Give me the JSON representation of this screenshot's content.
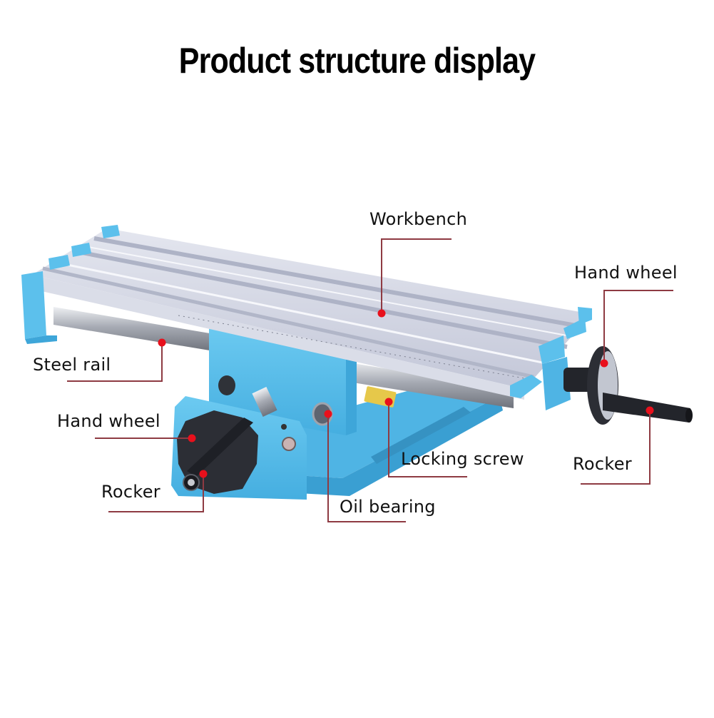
{
  "title": "Product structure display",
  "product": {
    "name": "cross slide milling table",
    "colors": {
      "body_blue": "#5cc0ec",
      "body_blue_shade": "#3ea6d9",
      "aluminum": "#cfd3e2",
      "aluminum_highlight": "#f2f3f8",
      "steel": "#a9adb6",
      "knob_black": "#2a2c33",
      "locking_screw": "#e6c84a",
      "callout_dot": "#e8101c",
      "leader_line": "#8e3a42"
    }
  },
  "callouts": [
    {
      "id": "workbench",
      "label": "Workbench"
    },
    {
      "id": "hand-wheel-right",
      "label": "Hand wheel"
    },
    {
      "id": "steel-rail",
      "label": "Steel rail"
    },
    {
      "id": "hand-wheel-left",
      "label": "Hand wheel"
    },
    {
      "id": "locking-screw",
      "label": "Locking screw"
    },
    {
      "id": "rocker-right",
      "label": "Rocker"
    },
    {
      "id": "rocker-left",
      "label": "Rocker"
    },
    {
      "id": "oil-bearing",
      "label": "Oil bearing"
    }
  ]
}
